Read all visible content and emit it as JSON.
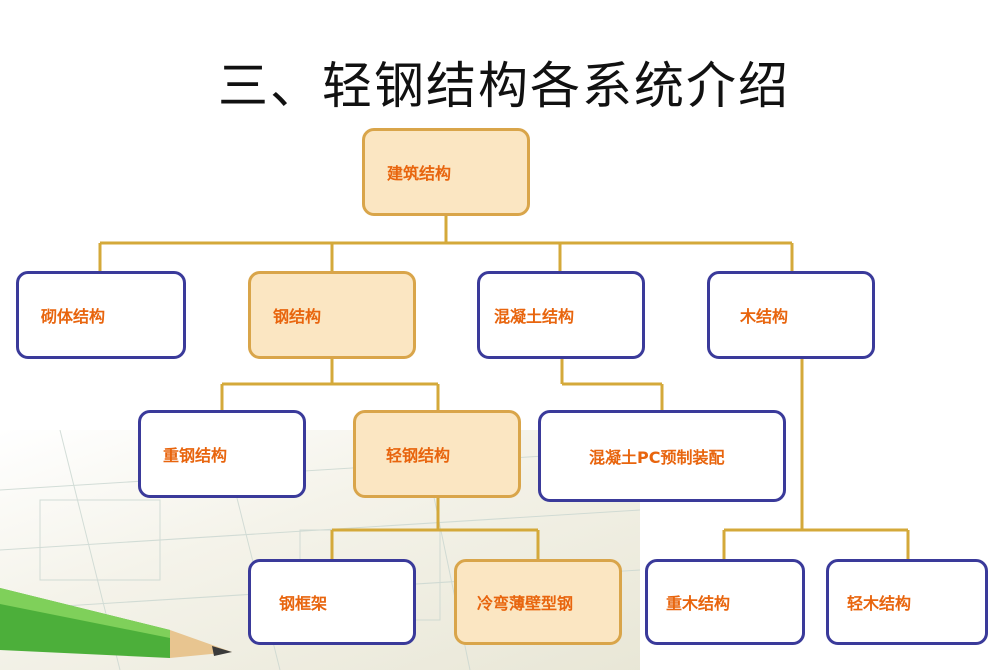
{
  "title": "三、轻钢结构各系统介绍",
  "nodes": {
    "root": "建筑结构",
    "masonry": "砌体结构",
    "steel": "钢结构",
    "concrete": "混凝土结构",
    "wood": "木结构",
    "heavy_steel": "重钢结构",
    "light_steel": "轻钢结构",
    "concrete_pc": "混凝土PC预制装配",
    "steel_frame": "钢框架",
    "cold_formed": "冷弯薄壁型钢",
    "heavy_wood": "重木结构",
    "light_wood": "轻木结构"
  },
  "colors": {
    "highlight_fill": "#fbe6c2",
    "highlight_border": "#d9a54a",
    "normal_border": "#3a3a9a",
    "label": "#e8650e",
    "connector": "#d4a93a"
  }
}
